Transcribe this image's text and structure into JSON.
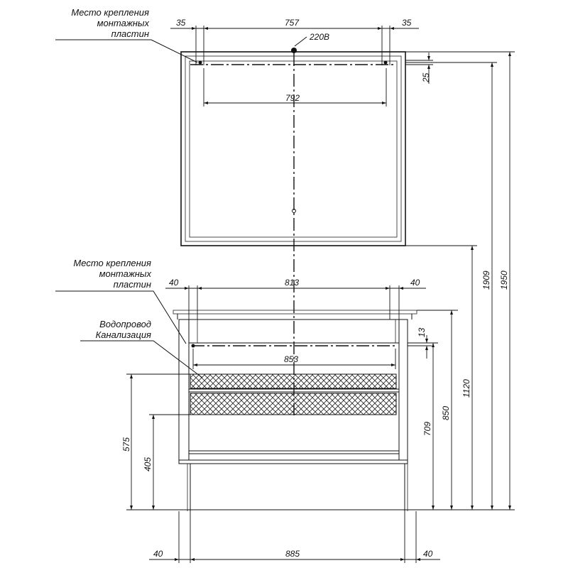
{
  "labels": {
    "mount_top": [
      "Место крепления",
      "монтажных",
      "пластин"
    ],
    "mount_bottom": [
      "Место крепления",
      "монтажных",
      "пластин"
    ],
    "plumbing": [
      "Водопровод",
      "Канализация"
    ]
  },
  "dims": {
    "top_left": "35",
    "top_center": "757",
    "top_right": "35",
    "power": "220В",
    "mirror_offset": "25",
    "mirror_inner": "792",
    "cab_left": "40",
    "cab_top": "813",
    "cab_right": "40",
    "cab_offset": "13",
    "cab_inner": "853",
    "h_1909": "1909",
    "h_1950": "1950",
    "h_1120": "1120",
    "h_850": "850",
    "h_709": "709",
    "h_575": "575",
    "h_405": "405",
    "bot_left": "40",
    "bot_center": "885",
    "bot_right": "40"
  }
}
